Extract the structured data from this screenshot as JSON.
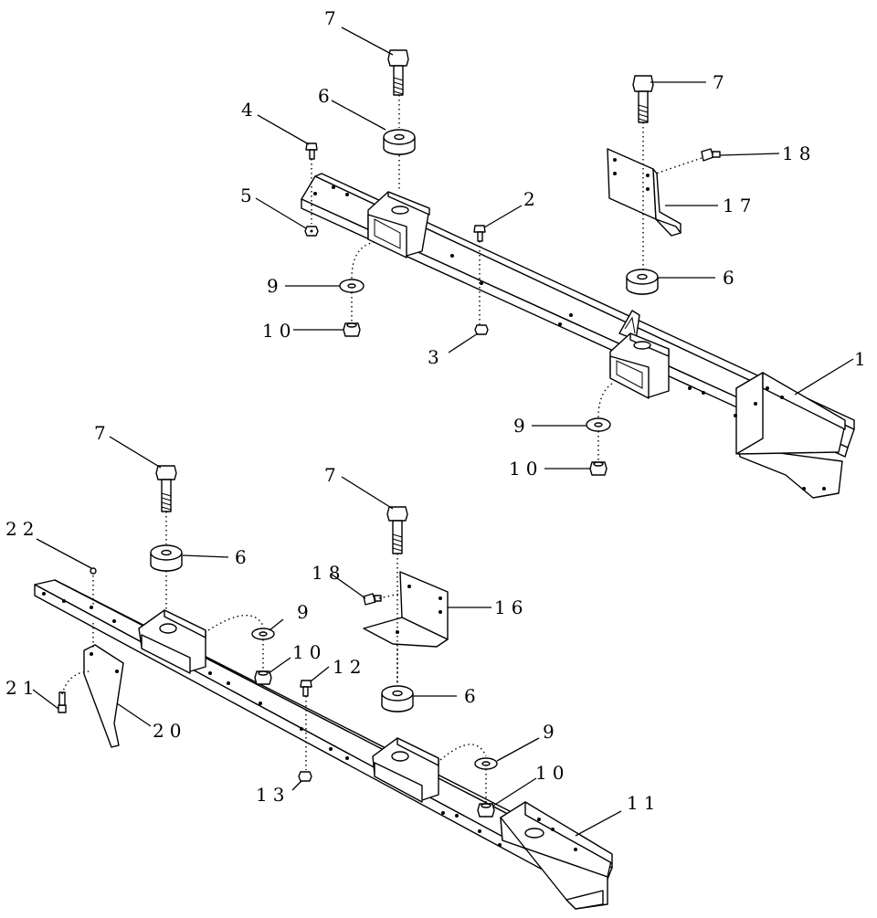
{
  "callouts": [
    {
      "id": "c1",
      "text": "1"
    },
    {
      "id": "c2",
      "text": "2"
    },
    {
      "id": "c3",
      "text": "3"
    },
    {
      "id": "c4",
      "text": "4"
    },
    {
      "id": "c5",
      "text": "5"
    },
    {
      "id": "c6a",
      "text": "6"
    },
    {
      "id": "c6b",
      "text": "6"
    },
    {
      "id": "c6c",
      "text": "6"
    },
    {
      "id": "c6d",
      "text": "6"
    },
    {
      "id": "c7a",
      "text": "7"
    },
    {
      "id": "c7b",
      "text": "7"
    },
    {
      "id": "c7c",
      "text": "7"
    },
    {
      "id": "c7d",
      "text": "7"
    },
    {
      "id": "c9a",
      "text": "9"
    },
    {
      "id": "c9b",
      "text": "9"
    },
    {
      "id": "c9c",
      "text": "9"
    },
    {
      "id": "c9d",
      "text": "9"
    },
    {
      "id": "c10a",
      "text": "10"
    },
    {
      "id": "c10b",
      "text": "10"
    },
    {
      "id": "c10c",
      "text": "10"
    },
    {
      "id": "c10d",
      "text": "10"
    },
    {
      "id": "c11",
      "text": "11"
    },
    {
      "id": "c12",
      "text": "12"
    },
    {
      "id": "c13",
      "text": "13"
    },
    {
      "id": "c16",
      "text": "16"
    },
    {
      "id": "c17",
      "text": "17"
    },
    {
      "id": "c18a",
      "text": "18"
    },
    {
      "id": "c18b",
      "text": "18"
    },
    {
      "id": "c20",
      "text": "20"
    },
    {
      "id": "c21",
      "text": "21"
    },
    {
      "id": "c22",
      "text": "22"
    }
  ]
}
